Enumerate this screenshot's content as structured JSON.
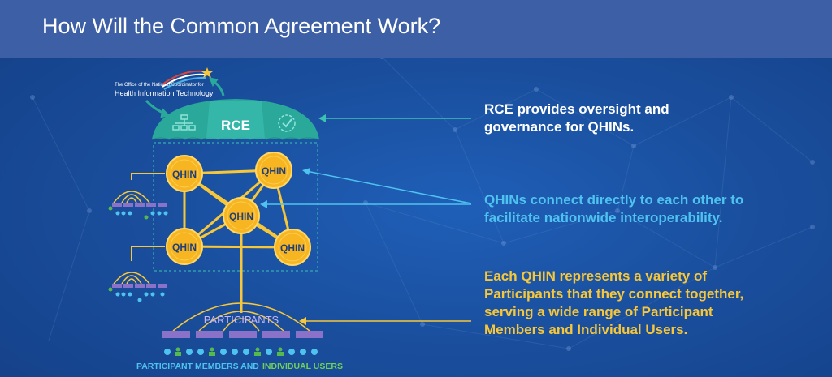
{
  "header": {
    "title": "How Will the Common Agreement Work?"
  },
  "logo": {
    "line1": "The Office of the National Coordinator for",
    "line2": "Health Information Technology"
  },
  "diagram": {
    "rce_label": "RCE",
    "qhin_label": "QHIN",
    "participants_label": "PARTICIPANTS",
    "members_label": "PARTICIPANT MEMBERS AND",
    "users_label": "INDIVIDUAL USERS"
  },
  "callouts": {
    "rce": {
      "line1": "RCE provides oversight and",
      "line2": "governance for QHINs."
    },
    "qhin": {
      "line1": "QHINs connect directly to each other to",
      "line2": "facilitate nationwide interoperability."
    },
    "participants": {
      "line1": "Each QHIN represents a variety of",
      "line2": "Participants that they connect together,",
      "line3": "serving a wide range of Participant",
      "line4": "Members and Individual Users."
    }
  },
  "colors": {
    "header_bg": "#3d5fa6",
    "qhin_gold": "#f7b521",
    "teal": "#2aa99b",
    "callout_blue": "#4fc3ef",
    "callout_yellow": "#f7c739",
    "participant_purple": "#8a72c9"
  },
  "icons": [
    "star-swoosh-icon",
    "hierarchy-icon",
    "check-badge-icon",
    "person-icon"
  ]
}
